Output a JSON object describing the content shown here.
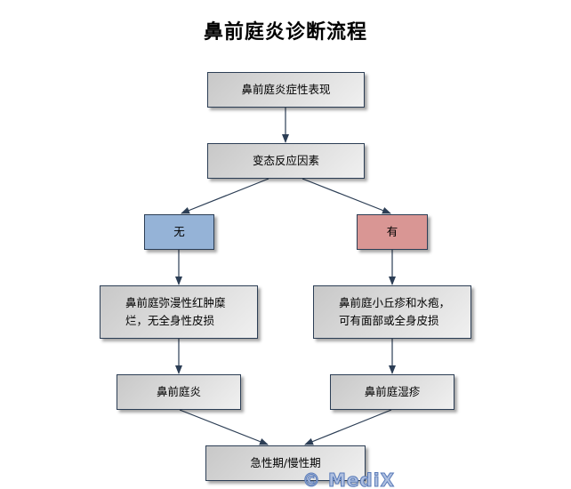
{
  "title": "鼻前庭炎诊断流程",
  "nodes": {
    "symptoms": "鼻前庭炎症性表现",
    "allergy": "变态反应因素",
    "no": "无",
    "yes": "有",
    "left_desc": "鼻前庭弥漫性红肿糜烂，无全身性皮损",
    "right_desc": "鼻前庭小丘疹和水疱，可有面部或全身皮损",
    "vestibulitis": "鼻前庭炎",
    "eczema": "鼻前庭湿疹",
    "stage": "急性期/慢性期"
  },
  "colors": {
    "no": "#95b3d7",
    "yes": "#d99694",
    "line": "#2c3e55"
  },
  "watermark": "© MediX"
}
